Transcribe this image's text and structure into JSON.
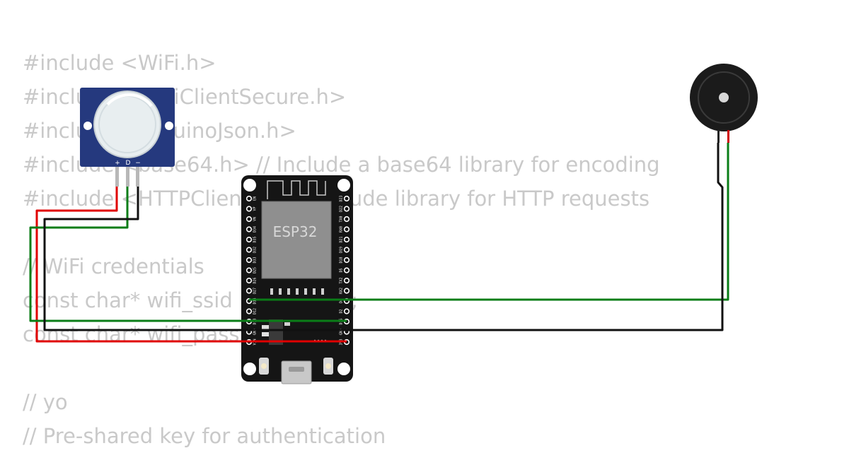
{
  "code_lines": [
    "#include <WiFi.h>",
    "#include <WiFiClientSecure.h>",
    "#include <ArduinoJson.h>",
    "#include <base64.h> // Include a base64 library for encoding",
    "#include <HTTPClient.h> // Include library for HTTP requests",
    "",
    "// WiFi credentials",
    "const char* wifi_ssid = \"GUEST\";",
    "const char* wifi_pass",
    "",
    "// yo",
    "// Pre-shared key for authentication"
  ],
  "esp32": {
    "label": "ESP32",
    "left_pins": [
      "EN",
      "VP",
      "VN",
      "D34",
      "D35",
      "D32",
      "D33",
      "D25",
      "D26",
      "D27",
      "D14",
      "D12",
      "D13",
      "GND",
      "VIN"
    ],
    "right_pins": [
      "D23",
      "D22",
      "TX0",
      "RX0",
      "D21",
      "D19",
      "D18",
      "D5",
      "TX2",
      "RX2",
      "D4",
      "D2",
      "D15",
      "GND",
      "3V3"
    ]
  },
  "pir_sensor": {
    "pin_labels": [
      "+",
      "D",
      "−"
    ]
  },
  "colors": {
    "wire_red": "#e00000",
    "wire_green": "#0a7d17",
    "wire_black": "#111111",
    "board": "#151515",
    "pir_frame": "#25397e",
    "code_text": "#c9c9c9"
  }
}
